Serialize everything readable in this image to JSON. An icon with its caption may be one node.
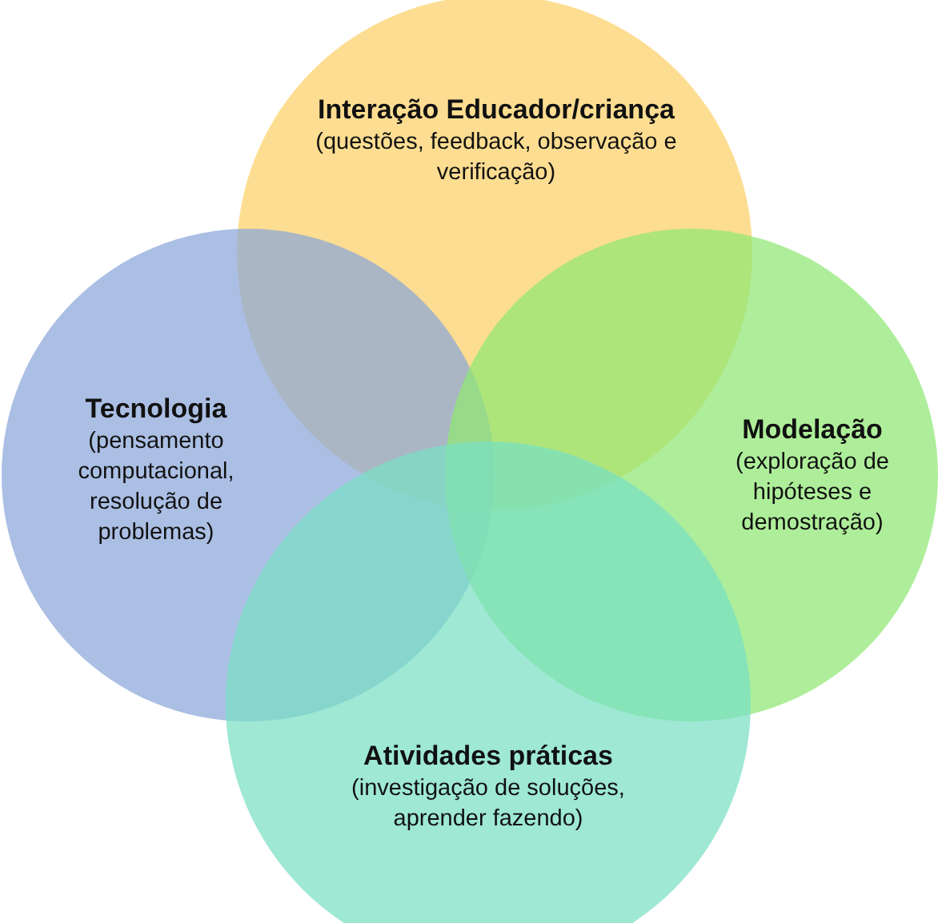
{
  "diagram": {
    "nodes": [
      {
        "text": [
          "Interação Educador/criança",
          "(questões, feedback, observação e verificação)"
        ]
      },
      {
        "text": [
          "Tecnologia",
          "(pensamento computacional, resolução de problemas)"
        ]
      },
      {
        "text": [
          "Modelação",
          "(exploração de hipóteses e demostração)"
        ]
      },
      {
        "text": [
          "Atividades práticas",
          "(investigação de soluções, aprender fazendo)"
        ]
      }
    ]
  }
}
